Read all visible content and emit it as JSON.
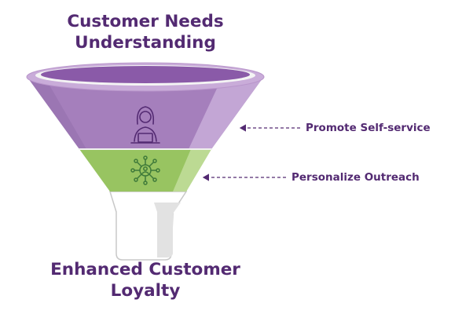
{
  "diagram": {
    "top_title": "Customer Needs Understanding",
    "bottom_title": "Enhanced Customer Loyalty",
    "stages": [
      {
        "icon": "person-at-laptop-icon",
        "callout": "Promote Self-service",
        "color": "#a57fbc"
      },
      {
        "icon": "network-user-icon",
        "callout": "Personalize Outreach",
        "color": "#98c461"
      }
    ],
    "colors": {
      "title_text": "#532a72",
      "rim": "#c9acd9",
      "opening": "#8a5aa8",
      "top_section": "#a57fbc",
      "middle_section": "#98c461",
      "spout": "#ffffff",
      "arrow": "#532a72"
    }
  }
}
